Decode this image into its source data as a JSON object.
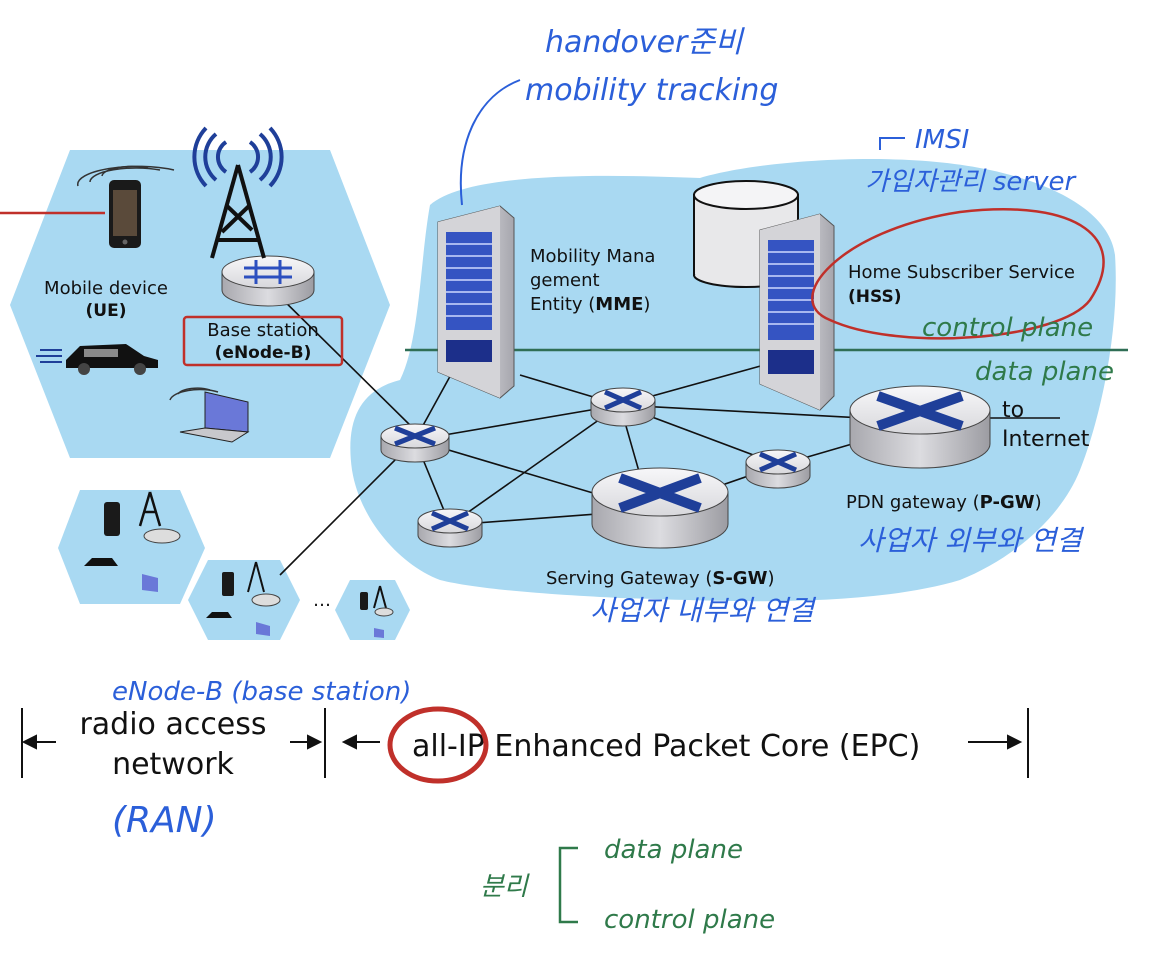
{
  "labels": {
    "ue_title": "Mobile device",
    "ue_abbr": "(UE)",
    "enb_title": "Base station",
    "enb_abbr": "(eNode-B)",
    "mme_line1": "Mobility Mana",
    "mme_line2": "gement",
    "mme_line3_a": "Entity (",
    "mme_line3_b": "MME",
    "mme_line3_c": ")",
    "hss_title": "Home Subscriber Service",
    "hss_abbr": "(HSS)",
    "to": "to",
    "internet": "Internet",
    "pgw_a": "PDN gateway (",
    "pgw_b": "P-GW",
    "pgw_c": ")",
    "sgw_a": "Serving Gateway (",
    "sgw_b": "S-GW",
    "sgw_c": ")",
    "ellipsis": "…"
  },
  "bottom": {
    "ran_line1": "radio access",
    "ran_line2": "network",
    "epc_a": "all-IP",
    "epc_b": " Enhanced Packet Core (EPC)"
  },
  "handwriting": {
    "mme_note_1": "handover준비",
    "mme_note_2": "mobility tracking",
    "hss_note_1": "IMSI",
    "hss_note_2": "가입자관리 server",
    "control_plane": "control plane",
    "data_plane": "data plane",
    "pgw_note": "사업자 외부와 연결",
    "sgw_note": "사업자 내부와 연결",
    "enodeb_note": "eNode-B (base station)",
    "ran_note": "(RAN)",
    "split_label": "분리",
    "split_item_1": "data plane",
    "split_item_2": "control plane"
  },
  "colors": {
    "cell_fill": "#a9d9f2",
    "epc_fill": "#a9d9f2",
    "router_top": "#e9e9ec",
    "router_side": "#c8c8cc",
    "router_x": "#1f3f99",
    "server_body": "#c9c9cf",
    "server_panel": "#2c4fbf",
    "annotation_red": "#c0302a",
    "annotation_blue": "#2b5fd9",
    "annotation_green": "#2f7a4a",
    "plane_line": "#2f6e55"
  }
}
